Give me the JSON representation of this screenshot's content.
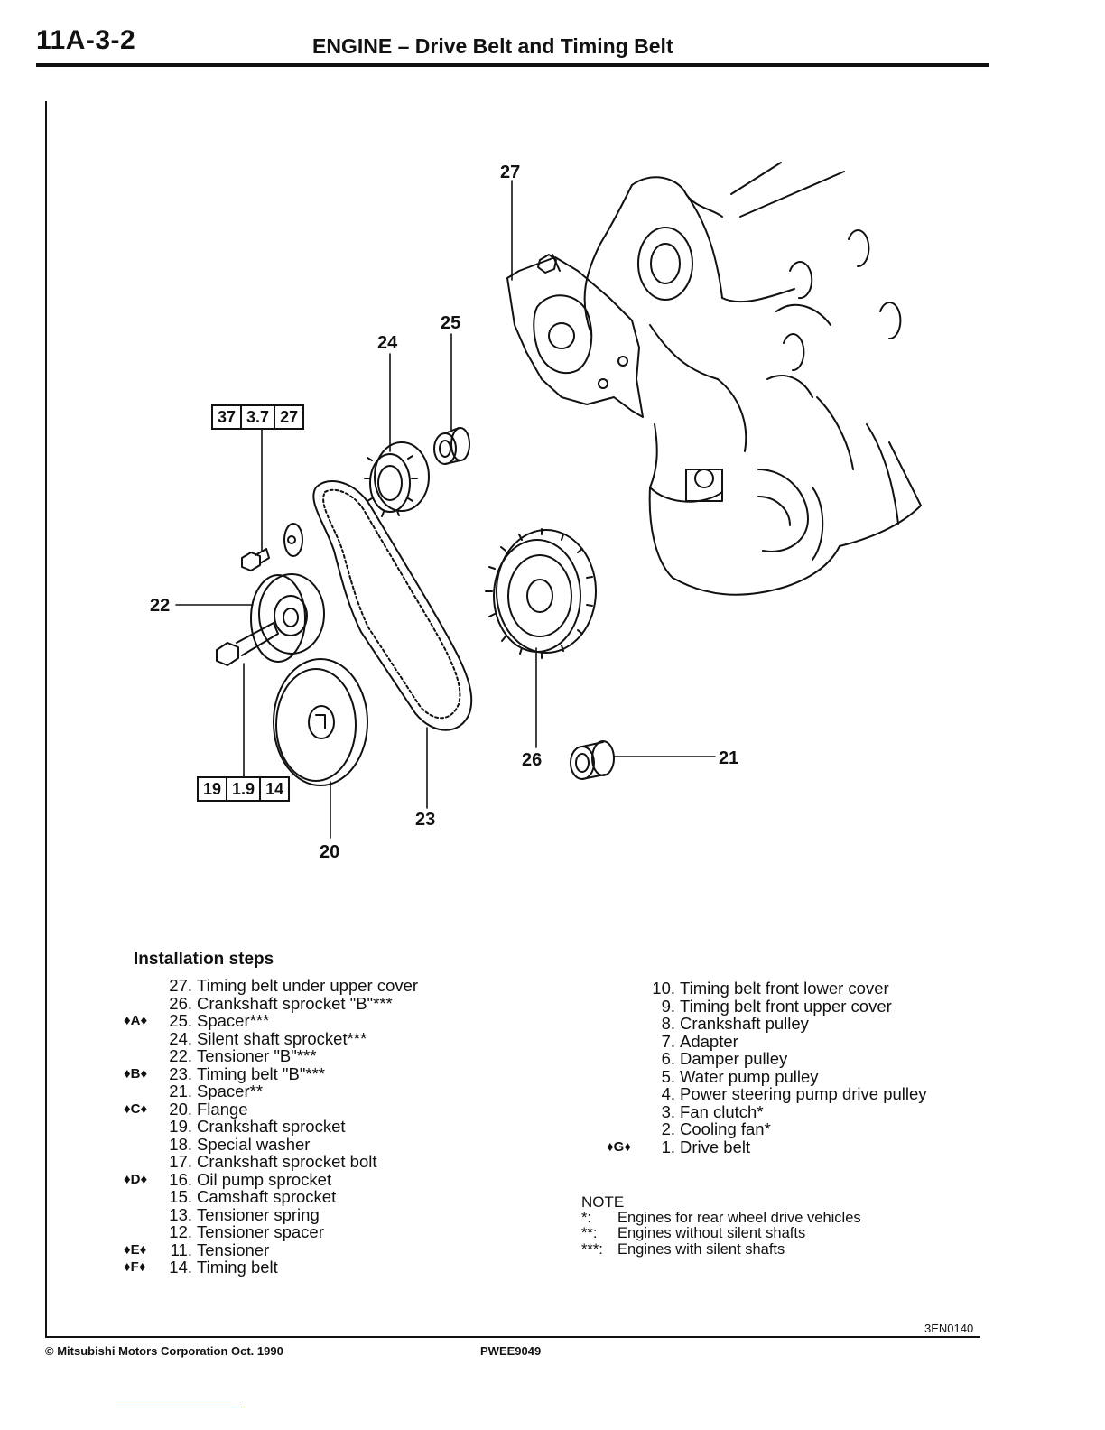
{
  "header": {
    "section_number": "11A-3-2",
    "title": "ENGINE – Drive Belt and Timing Belt"
  },
  "figure": {
    "callouts": [
      "27",
      "25",
      "24",
      "22",
      "26",
      "21",
      "23",
      "20"
    ],
    "torque_boxes": [
      {
        "nm": "37",
        "kgm": "3.7",
        "ftlbs": "27"
      },
      {
        "nm": "19",
        "kgm": "1.9",
        "ftlbs": "14"
      }
    ],
    "figure_code": "3EN0140"
  },
  "installation": {
    "title": "Installation steps",
    "left_steps": [
      {
        "mark": "",
        "num": "27.",
        "text": "Timing belt under upper cover"
      },
      {
        "mark": "",
        "num": "26.",
        "text": "Crankshaft sprocket \"B\"***"
      },
      {
        "mark": "♦A♦",
        "num": "25.",
        "text": "Spacer***"
      },
      {
        "mark": "",
        "num": "24.",
        "text": "Silent shaft sprocket***"
      },
      {
        "mark": "",
        "num": "22.",
        "text": "Tensioner \"B\"***"
      },
      {
        "mark": "♦B♦",
        "num": "23.",
        "text": "Timing belt \"B\"***"
      },
      {
        "mark": "",
        "num": "21.",
        "text": "Spacer**"
      },
      {
        "mark": "♦C♦",
        "num": "20.",
        "text": "Flange"
      },
      {
        "mark": "",
        "num": "19.",
        "text": "Crankshaft sprocket"
      },
      {
        "mark": "",
        "num": "18.",
        "text": "Special washer"
      },
      {
        "mark": "",
        "num": "17.",
        "text": "Crankshaft sprocket bolt"
      },
      {
        "mark": "♦D♦",
        "num": "16.",
        "text": "Oil pump sprocket"
      },
      {
        "mark": "",
        "num": "15.",
        "text": "Camshaft sprocket"
      },
      {
        "mark": "",
        "num": "13.",
        "text": "Tensioner spring"
      },
      {
        "mark": "",
        "num": "12.",
        "text": "Tensioner spacer"
      },
      {
        "mark": "♦E♦",
        "num": "11.",
        "text": "Tensioner"
      },
      {
        "mark": "♦F♦",
        "num": "14.",
        "text": "Timing belt"
      }
    ],
    "right_steps": [
      {
        "mark": "",
        "num": "10.",
        "text": "Timing belt front lower cover"
      },
      {
        "mark": "",
        "num": "9.",
        "text": "Timing belt front upper cover"
      },
      {
        "mark": "",
        "num": "8.",
        "text": "Crankshaft pulley"
      },
      {
        "mark": "",
        "num": "7.",
        "text": "Adapter"
      },
      {
        "mark": "",
        "num": "6.",
        "text": "Damper pulley"
      },
      {
        "mark": "",
        "num": "5.",
        "text": "Water pump pulley"
      },
      {
        "mark": "",
        "num": "4.",
        "text": "Power steering pump drive pulley"
      },
      {
        "mark": "",
        "num": "3.",
        "text": "Fan clutch*"
      },
      {
        "mark": "",
        "num": "2.",
        "text": "Cooling fan*"
      },
      {
        "mark": "♦G♦",
        "num": "1.",
        "text": "Drive belt"
      }
    ]
  },
  "note": {
    "title": "NOTE",
    "items": [
      {
        "sym": "*:",
        "text": "Engines for rear wheel drive vehicles"
      },
      {
        "sym": "**:",
        "text": "Engines without silent shafts"
      },
      {
        "sym": "***:",
        "text": "Engines with silent shafts"
      }
    ]
  },
  "footer": {
    "copyright": "© Mitsubishi Motors Corporation   Oct. 1990",
    "pub_code": "PWEE9049"
  }
}
